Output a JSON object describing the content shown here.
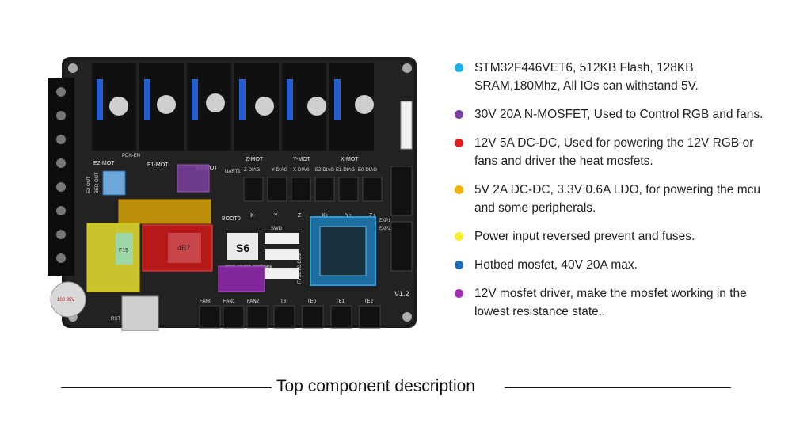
{
  "board": {
    "silkscreen": {
      "motors": [
        "E2-MOT",
        "E1-MOT",
        "E0-MOT",
        "Z-MOT",
        "Y-MOT",
        "X-MOT"
      ],
      "pdn_en": "PDN-EN",
      "diag": [
        "Z-DIAG",
        "Y-DIAG",
        "X-DIAG",
        "E2-DIAG",
        "E1-DIAG",
        "E0-DIAG"
      ],
      "uart": "UART1",
      "boot": "BOOT0",
      "axes": [
        "X-",
        "Y-",
        "Z-",
        "X+",
        "Y+",
        "Z+"
      ],
      "brand_mark": "S6",
      "brand_sub": "open source hardware",
      "swd": "SWD",
      "fans": [
        "FAN0",
        "FAN1",
        "FAN2"
      ],
      "temps": [
        "T8",
        "TE0",
        "TE1",
        "TE2"
      ],
      "exp": [
        "EXP2",
        "EXP1"
      ],
      "version": "V1.2",
      "site": "FYSETC.COM",
      "bed_out": "BED OUT",
      "e2_out": "E2 OUT",
      "rst": "RST",
      "inductor": "4R7",
      "cap_label": "100 35V",
      "fuse": "F15"
    },
    "region_colors": {
      "mcu": "#2e9bd6",
      "mosfet_30v": "#7b3fa0",
      "dcdc_12v": "#e02020",
      "dcdc_5v": "#f0b400",
      "power_input": "#f5ee30",
      "hotbed_mosfet": "#1f6fb8",
      "mosfet_driver": "#9a2cb4"
    }
  },
  "legend": [
    {
      "color": "#1ab0e8",
      "text": "STM32F446VET6, 512KB Flash, 128KB SRAM,180Mhz, All IOs can withstand 5V."
    },
    {
      "color": "#7b3fa0",
      "text": "30V 20A N-MOSFET, Used to Control RGB and fans."
    },
    {
      "color": "#e02020",
      "text": "12V 5A DC-DC, Used for powering the 12V RGB or fans and driver the heat mosfets."
    },
    {
      "color": "#f0b400",
      "text": "5V 2A DC-DC,  3.3V 0.6A LDO, for powering the mcu and some peripherals."
    },
    {
      "color": "#f5ee30",
      "text": "Power input reversed prevent and fuses."
    },
    {
      "color": "#1f6fb8",
      "text": "Hotbed mosfet, 40V 20A max."
    },
    {
      "color": "#a52db8",
      "text": "12V mosfet driver, make the mosfet working in the lowest resistance state.."
    }
  ],
  "caption": "Top component description"
}
